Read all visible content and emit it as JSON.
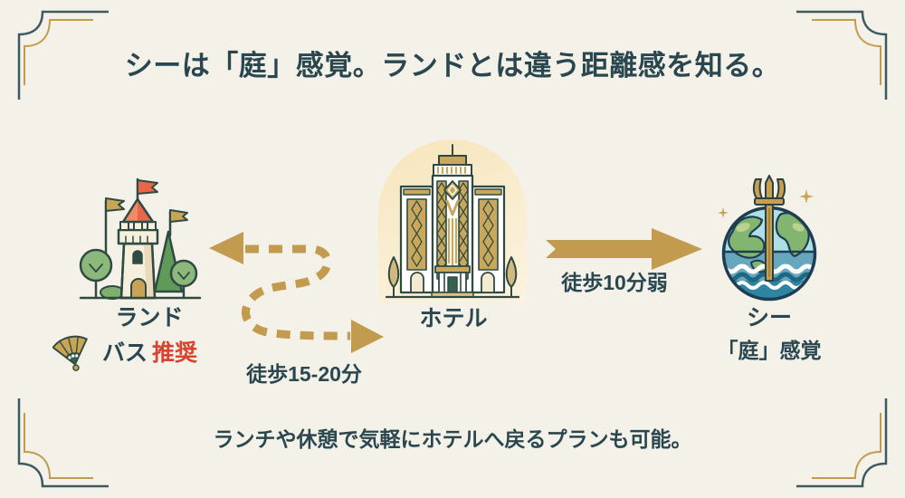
{
  "title": "シーは「庭」感覚。ランドとは違う距離感を知る。",
  "footer": "ランチや休憩で気軽にホテルへ戻るプランも可能。",
  "nodes": {
    "land": {
      "label": "ランド",
      "note_prefix": "バス",
      "note_emphasis": "推奨",
      "icon": "castle-icon"
    },
    "hotel": {
      "label": "ホテル",
      "icon": "hotel-building-icon"
    },
    "sea": {
      "label": "シー",
      "sublabel": "「庭」感覚",
      "icon": "globe-trident-icon"
    }
  },
  "routes": {
    "hotel_to_land": {
      "label": "徒歩15-20分",
      "style": "dashed-winding",
      "direction": "bidirectional"
    },
    "hotel_to_sea": {
      "label": "徒歩10分弱",
      "style": "solid-straight",
      "direction": "hotel-to-sea"
    }
  },
  "decor": {
    "corner_ornament": "double-line-corner-flourish",
    "fan_icon": "folding-fan-icon",
    "sparkle_icon": "sparkle-icon"
  },
  "colors": {
    "background": "#f4f1e9",
    "teal_text": "#2a4750",
    "gold": "#c29b4f",
    "red_accent": "#d8442f",
    "castle_roof": "#e8674a",
    "tree_green": "#8cb87b",
    "globe_ocean": "#66a7bd",
    "arch_fill": "#f8e9c5"
  }
}
